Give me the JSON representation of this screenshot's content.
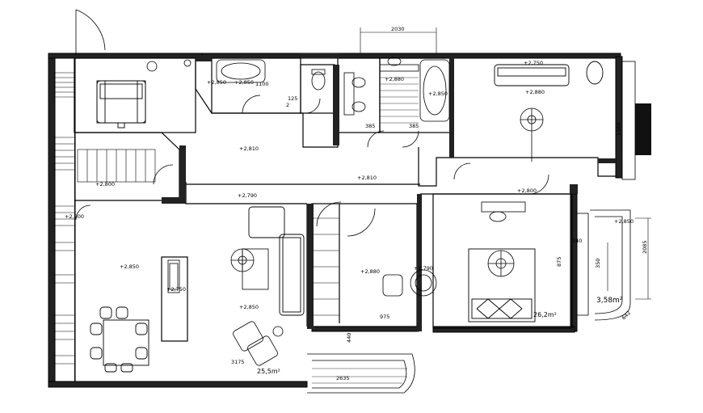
{
  "plan": {
    "dimension_top": "2030",
    "room_levels": {
      "kitchen_hall": "+2,810",
      "corridor": "+2,810",
      "bath_left_a": "+2,850",
      "bath_left_b": "+2,850",
      "bath_center": "+2,880",
      "bath_center_b": "+2,850",
      "bedroom_ne": "+2,750",
      "bedroom_ne_center": "+2,880",
      "utility_w": "+2,800",
      "hall_small": "+2,790",
      "living_w": "+2,850",
      "living_w_b": "+2,750",
      "living_c": "+2,850",
      "bedroom_mid": "+2,880",
      "bedroom_mid_b": "+2,790",
      "bedroom_se": "+2,800",
      "balcony_e": "+2,850",
      "left_strip": "+2,900"
    },
    "labels": {
      "dim_3175": "3175",
      "dim_2635": "2635",
      "dim_975": "975",
      "dim_440": "440",
      "dim_1560": "1560",
      "dim_2085": "2085",
      "dim_642": "642",
      "dim_340": "340",
      "dim_350": "350",
      "dim_875": "875",
      "dim_385a": "385",
      "dim_385b": "385",
      "dim_1100": "1100",
      "area_balcony": "3,58m²",
      "area_bedroom": "26,2m²",
      "area_living": "25,5m²",
      "mark_125": "125",
      "mark_2": "2"
    }
  }
}
